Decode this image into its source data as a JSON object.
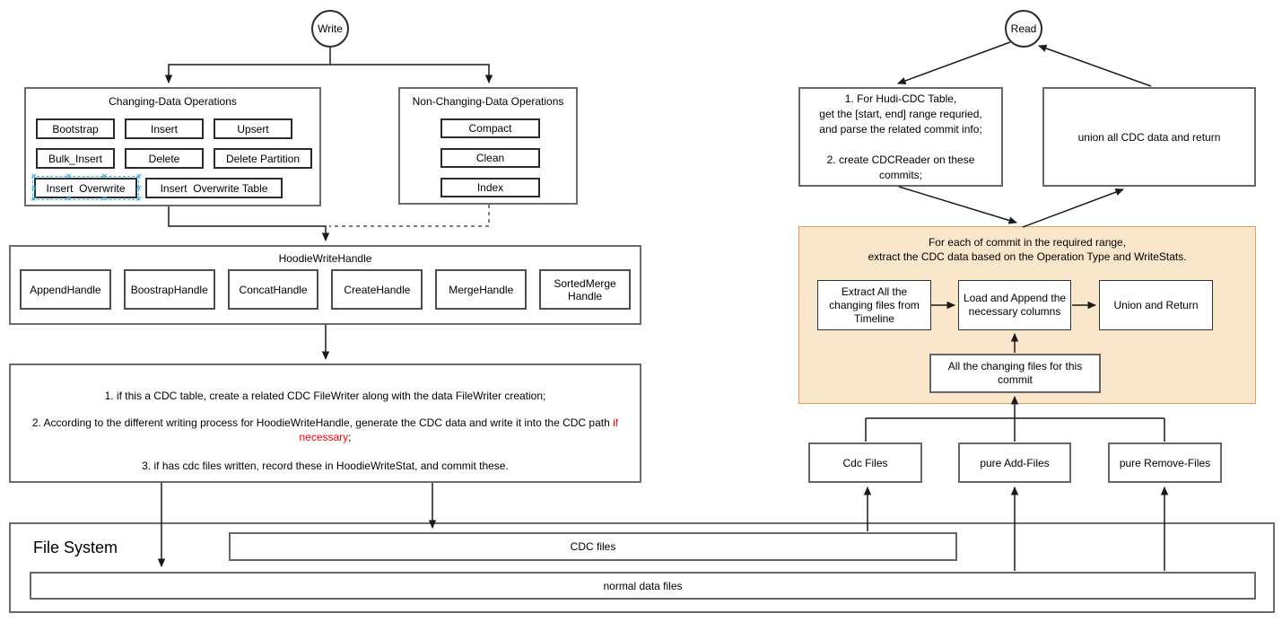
{
  "colors": {
    "selection_blue": "#39b2e8",
    "orange_fill": "#fae6ca",
    "orange_border": "#d8a05f",
    "highlight_red": "#ff0000"
  },
  "write_flow": {
    "node_label": "Write",
    "changing_ops": {
      "title": "Changing-Data Operations",
      "items": [
        "Bootstrap",
        "Insert",
        "Upsert",
        "Bulk_Insert",
        "Delete",
        "Delete Partition",
        "Insert  Overwrite",
        "Insert  Overwrite Table"
      ]
    },
    "non_changing_ops": {
      "title": "Non-Changing-Data Operations",
      "items": [
        "Compact",
        "Clean",
        "Index"
      ]
    },
    "write_handle": {
      "title": "HoodieWriteHandle",
      "items": [
        "AppendHandle",
        "BoostrapHandle",
        "ConcatHandle",
        "CreateHandle",
        "MergeHandle",
        "SortedMerge Handle"
      ]
    },
    "process_notes": {
      "line1": "1. if this a CDC table, create a related CDC FileWriter along with the data FileWriter creation;",
      "line2_pre": "2. According to the different writing process for HoodieWriteHandle, generate the CDC data and write it into the CDC path ",
      "line2_highlight": "if necessary",
      "line2_post": ";",
      "line3": "3. if has cdc files written, record these in HoodieWriteStat, and commit these."
    }
  },
  "read_flow": {
    "node_label": "Read",
    "prepare_box": {
      "lines": [
        "1. For Hudi-CDC Table,",
        "get the [start, end] range requried,",
        "and parse the related commit info;",
        "",
        "2. create CDCReader on these",
        "commits;"
      ]
    },
    "union_box": "union all CDC data and return",
    "per_commit": {
      "title_line1": "For each of commit in the required range,",
      "title_line2": "extract the CDC data based on the Operation Type and WriteStats.",
      "extract_box": "Extract All the changing files from Timeline",
      "load_box": "Load and Append the necessary columns",
      "union_return_box": "Union and Return",
      "changing_files_box": "All the changing files for this commit"
    },
    "file_groups": [
      "Cdc Files",
      "pure Add-Files",
      "pure Remove-Files"
    ]
  },
  "file_system": {
    "title": "File System",
    "cdc_bar": "CDC files",
    "normal_bar": "normal data files"
  }
}
